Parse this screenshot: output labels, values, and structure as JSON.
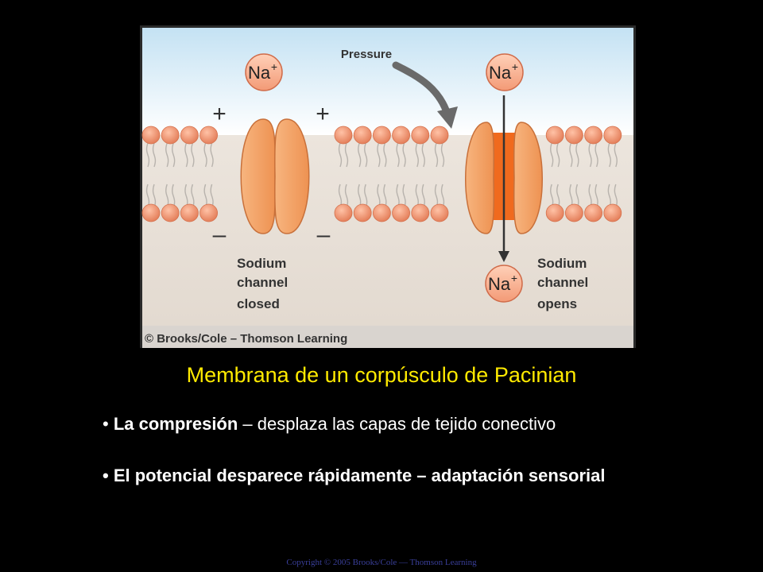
{
  "figure": {
    "pressure_label": "Pressure",
    "ion_label_prefix": "Na",
    "ion_charge": "+",
    "plus_sign": "+",
    "minus_sign": "–",
    "left_channel_label_lines": [
      "Sodium",
      "channel",
      "closed"
    ],
    "right_channel_label_lines": [
      "Sodium",
      "channel",
      "opens"
    ],
    "credit": "© Brooks/Cole – Thomson Learning",
    "colors": {
      "outside_top": "#c7e3f4",
      "outside_bottom": "#ffffff",
      "inside": "#e8e0d8",
      "lipid_head": "#f08f6a",
      "channel": "#f5a363",
      "channel_open_pore": "#f06a1e",
      "arrow": "#6b6b6b"
    }
  },
  "slide": {
    "title": "Membrana de un corpúsculo de Pacinian",
    "bullets": [
      {
        "marker": "•",
        "bold": "La compresión",
        "rest": " – desplaza las capas de tejido conectivo"
      },
      {
        "marker": "•",
        "bold": "El potencial desparece rápidamente – adaptación sensorial",
        "rest": ""
      }
    ],
    "footer": "Copyright © 2005 Brooks/Cole — Thomson Learning"
  }
}
